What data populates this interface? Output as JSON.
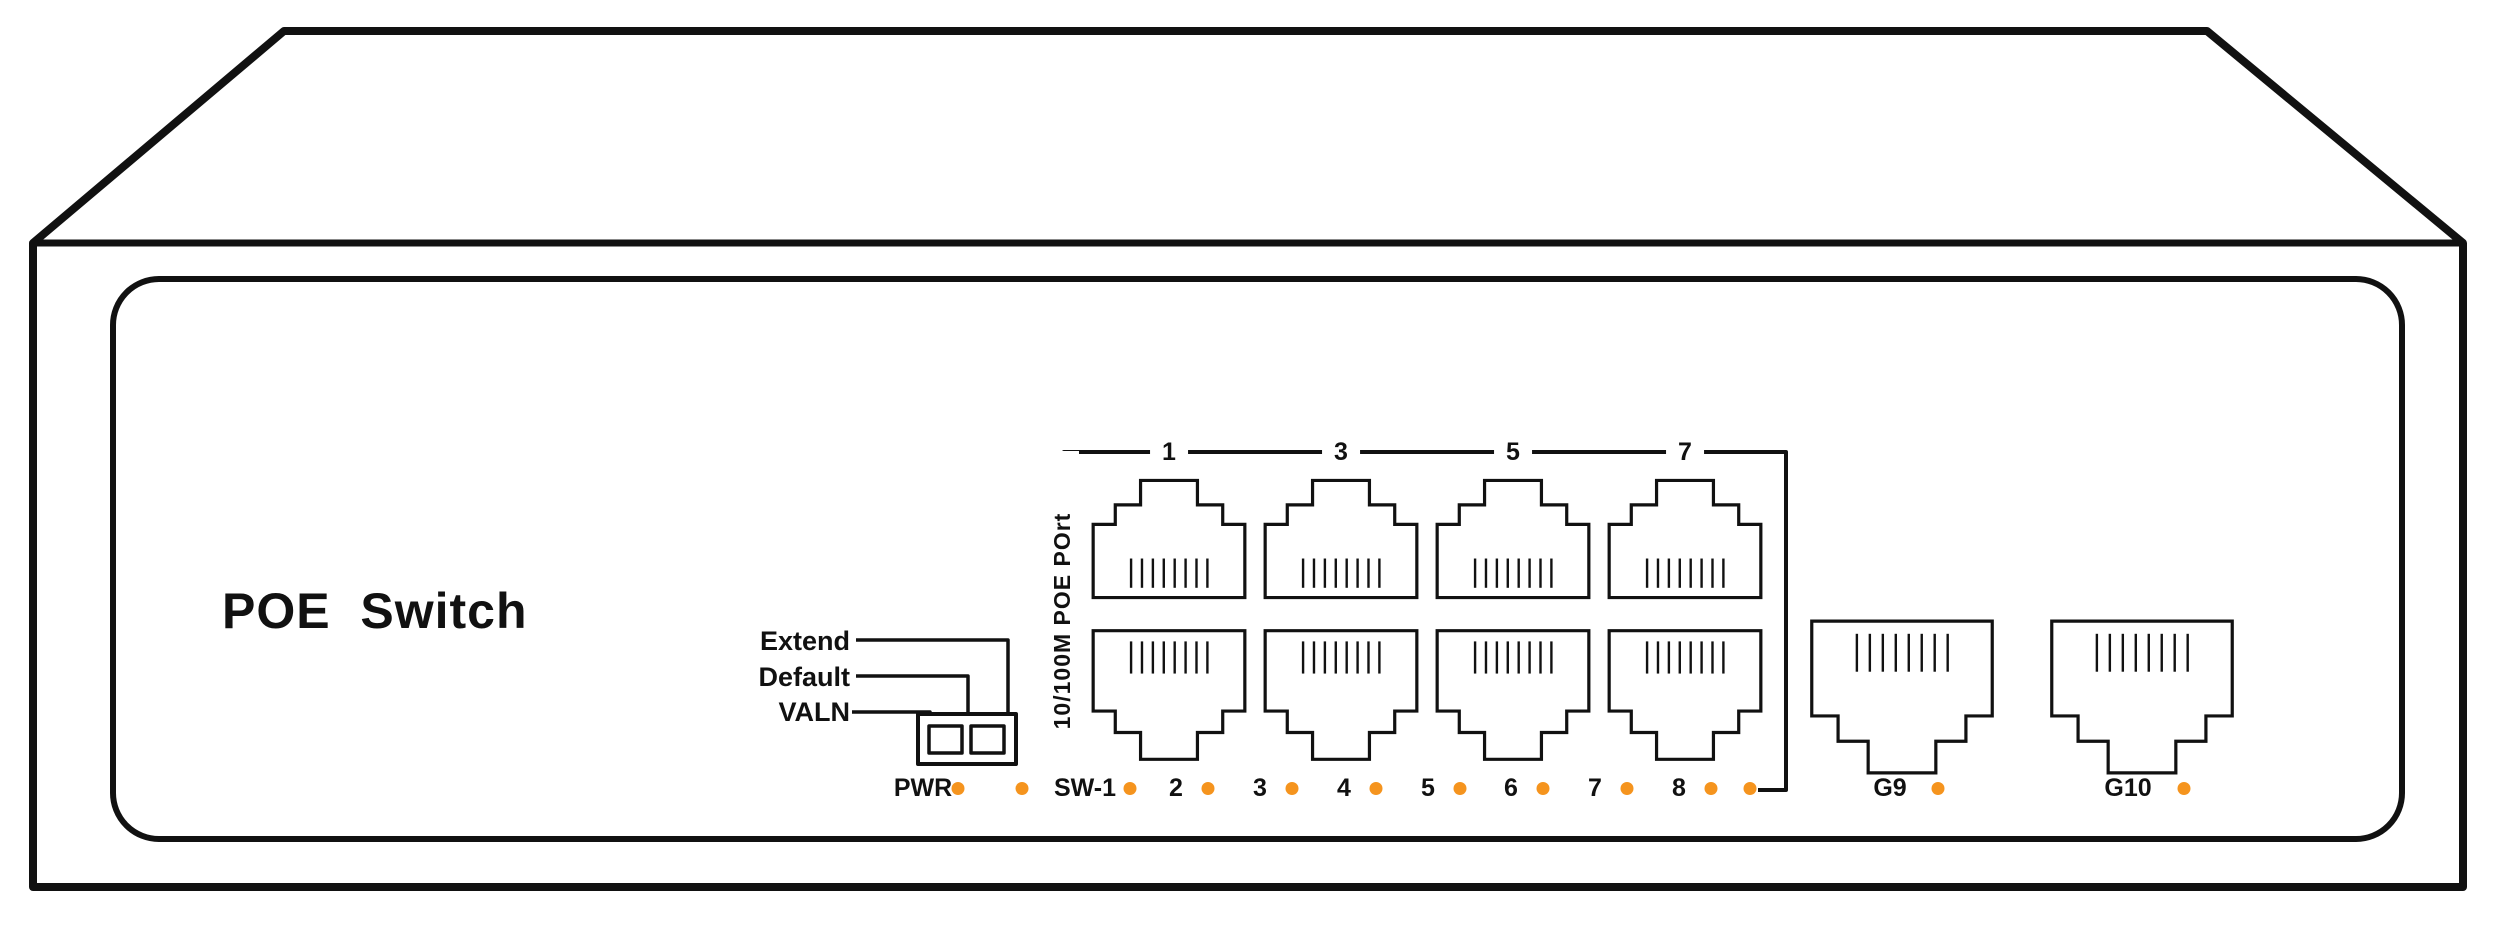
{
  "device": {
    "title": "POE  Switch",
    "dip": {
      "labels": [
        "Extend",
        "Default",
        "VALN"
      ]
    },
    "poe_port_group": {
      "side_label": "10/100M POE POrt",
      "top_numbers": [
        "1",
        "3",
        "5",
        "7"
      ]
    },
    "leds": {
      "color": "#F5941E",
      "row": [
        {
          "type": "label",
          "text": "PWR"
        },
        {
          "type": "led"
        },
        {
          "type": "led"
        },
        {
          "type": "label",
          "text": "SW-1"
        },
        {
          "type": "led"
        },
        {
          "type": "label",
          "text": "2"
        },
        {
          "type": "led"
        },
        {
          "type": "label",
          "text": "3"
        },
        {
          "type": "led"
        },
        {
          "type": "label",
          "text": "4"
        },
        {
          "type": "led"
        },
        {
          "type": "label",
          "text": "5"
        },
        {
          "type": "led"
        },
        {
          "type": "label",
          "text": "6"
        },
        {
          "type": "led"
        },
        {
          "type": "label",
          "text": "7"
        },
        {
          "type": "led"
        },
        {
          "type": "label",
          "text": "8"
        },
        {
          "type": "led"
        },
        {
          "type": "led"
        }
      ]
    },
    "uplinks": [
      {
        "label": "G9"
      },
      {
        "label": "G10"
      }
    ]
  }
}
